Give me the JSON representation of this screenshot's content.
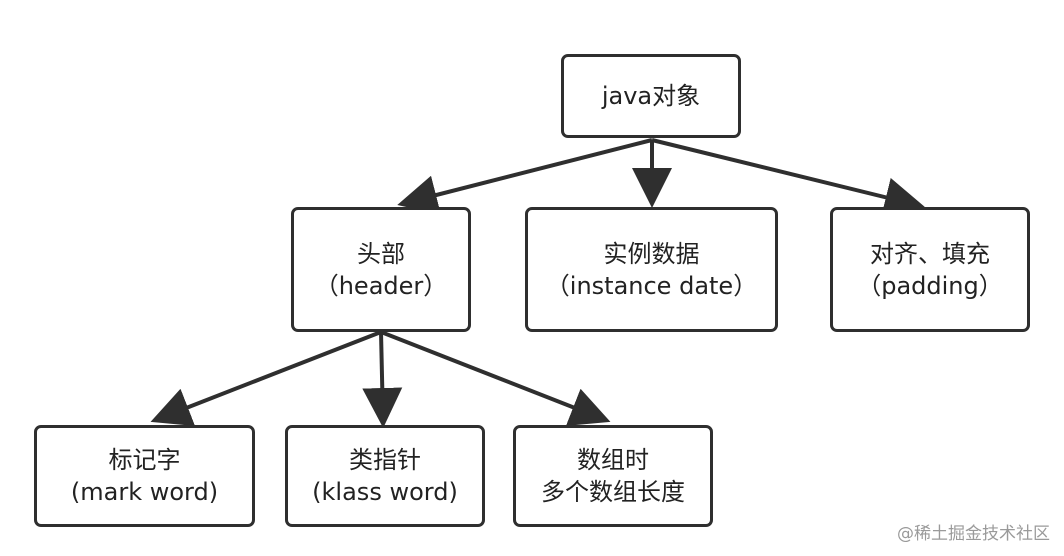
{
  "nodes": {
    "root": {
      "label": "java对象"
    },
    "header": {
      "line1": "头部",
      "line2": "（header）"
    },
    "instance": {
      "line1": "实例数据",
      "line2": "（instance date）"
    },
    "padding": {
      "line1": "对齐、填充",
      "line2": "（padding）"
    },
    "mark": {
      "line1": "标记字",
      "line2": "(mark word)"
    },
    "klass": {
      "line1": "类指针",
      "line2": "(klass word)"
    },
    "arraylen": {
      "line1": "数组时",
      "line2": "多个数组长度"
    }
  },
  "edges": [
    {
      "from": "root",
      "to": "header"
    },
    {
      "from": "root",
      "to": "instance"
    },
    {
      "from": "root",
      "to": "padding"
    },
    {
      "from": "header",
      "to": "mark"
    },
    {
      "from": "header",
      "to": "klass"
    },
    {
      "from": "header",
      "to": "arraylen"
    }
  ],
  "colors": {
    "stroke": "#2f2f2f",
    "text": "#222222",
    "watermark": "#9a9a9a"
  },
  "watermark": "@稀土掘金技术社区"
}
